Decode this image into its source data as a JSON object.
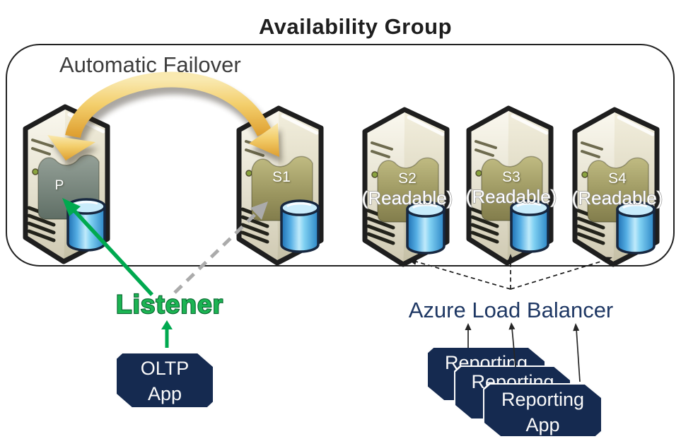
{
  "title": "Availability Group",
  "availability_group": {
    "label": "Automatic Failover",
    "servers": [
      {
        "id": "p",
        "label": "P",
        "sublabel": "",
        "role": "primary"
      },
      {
        "id": "s1",
        "label": "S1",
        "sublabel": "",
        "role": "secondary"
      },
      {
        "id": "s2",
        "label": "S2",
        "sublabel": "(Readable)",
        "role": "secondary"
      },
      {
        "id": "s3",
        "label": "S3",
        "sublabel": "(Readable)",
        "role": "secondary"
      },
      {
        "id": "s4",
        "label": "S4",
        "sublabel": "(Readable)",
        "role": "secondary"
      }
    ]
  },
  "listener": {
    "label": "Listener"
  },
  "load_balancer": {
    "label": "Azure Load Balancer"
  },
  "oltp_app": {
    "line1": "OLTP",
    "line2": "App"
  },
  "reporting_apps": [
    {
      "line1": "Reporting",
      "line2": "App"
    },
    {
      "line1": "Reporting",
      "line2": "App"
    },
    {
      "line1": "Reporting",
      "line2": "App"
    }
  ],
  "colors": {
    "app_box_navy": "#152A50",
    "listener_green": "#1CB453",
    "listener_outline_green": "#07672F",
    "load_balancer_text_navy": "#1F3864",
    "failover_arrow_gold": "#EEC45C",
    "server_panel_olive": "#A9A46E",
    "server_panel_primary_gray": "#7E8B80",
    "database_blue": "#2E8FD0",
    "dashed_gray": "#ABABAB",
    "container_border": "#222222"
  }
}
